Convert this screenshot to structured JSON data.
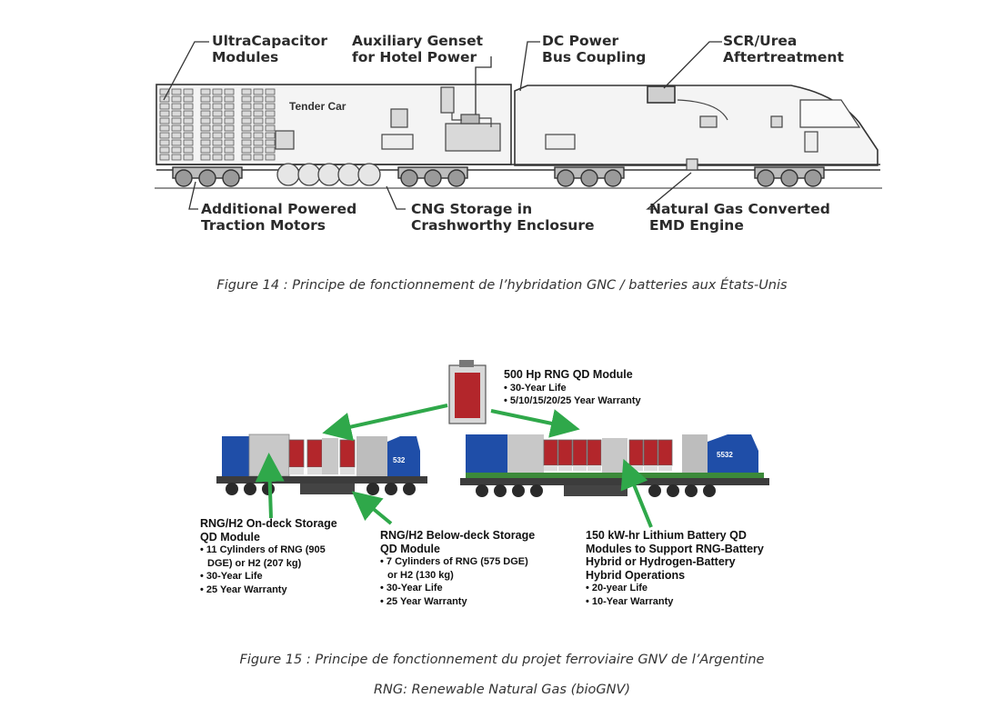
{
  "figure1": {
    "labels": {
      "ultracap": [
        "UltraCapacitor",
        "Modules"
      ],
      "genset": [
        "Auxiliary Genset",
        "for Hotel Power"
      ],
      "dcpower": [
        "DC Power",
        "Bus Coupling"
      ],
      "scr": [
        "SCR/Urea",
        "Aftertreatment"
      ],
      "traction": [
        "Additional Powered",
        "Traction Motors"
      ],
      "cng": [
        "CNG Storage in",
        "Crashworthy Enclosure"
      ],
      "engine": [
        "Natural Gas Converted",
        "EMD Engine"
      ]
    },
    "tender_car": "Tender Car",
    "caption": "Figure 14 : Principe de fonctionnement de l’hybridation GNC / batteries aux États-Unis"
  },
  "figure2": {
    "qd_module": {
      "title": "500 Hp RNG QD Module",
      "bullets": [
        "• 30-Year Life",
        "• 5/10/15/20/25 Year Warranty"
      ]
    },
    "ondeck": {
      "title": [
        "RNG/H2 On-deck Storage",
        "QD Module"
      ],
      "bullets": [
        "• 11 Cylinders of RNG (905",
        "  DGE) or H2 (207 kg)",
        "• 30-Year Life",
        "• 25 Year Warranty"
      ]
    },
    "belowdeck": {
      "title": [
        "RNG/H2 Below-deck Storage",
        "QD Module"
      ],
      "bullets": [
        "• 7 Cylinders of RNG (575 DGE)",
        "  or H2 (130 kg)",
        "• 30-Year Life",
        "• 25 Year Warranty"
      ]
    },
    "battery": {
      "title": [
        "150 kW-hr Lithium Battery QD",
        "Modules to Support RNG-Battery",
        "Hybrid or Hydrogen-Battery",
        "Hybrid Operations"
      ],
      "bullets": [
        "•  20-year Life",
        "•  10-Year Warranty"
      ]
    },
    "loco_number_small": "532",
    "loco_number_large": "5532",
    "caption": "Figure 15 : Principe de fonctionnement du projet ferroviaire GNV de l’Argentine",
    "note": "RNG: Renewable Natural Gas (bioGNV)"
  },
  "colors": {
    "arrow_green": "#2fa84a",
    "loco_blue": "#1f4ea8",
    "deck_green": "#3c8a3a",
    "tank_red": "#b3262b"
  }
}
